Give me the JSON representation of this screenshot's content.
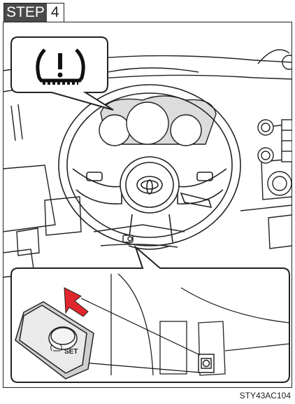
{
  "step": {
    "word": "STEP",
    "number": "4"
  },
  "inset": {
    "button_label": "SET"
  },
  "figure_code": "STY43AC104",
  "icons": {
    "warning": "tire-pressure-warning-icon",
    "arrow": "pointer-arrow-icon",
    "brand": "toyota-logo-icon"
  },
  "colors": {
    "arrow": "#e0262d",
    "dash": "#dcdcdc",
    "line": "#222222"
  }
}
